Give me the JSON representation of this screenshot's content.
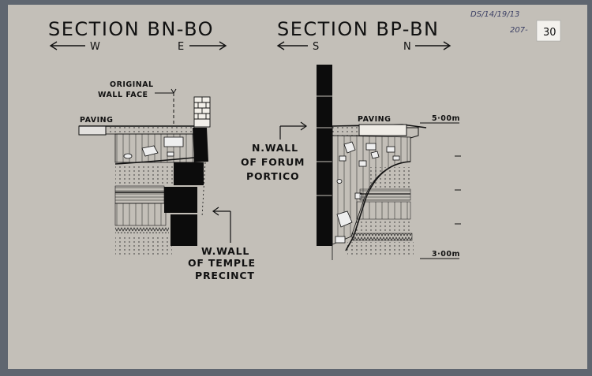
{
  "sheet": {
    "reference": "DS/14/19/13",
    "handwritten_number": "207-",
    "label_tag": "30"
  },
  "left_section": {
    "title": "SECTION BN-BO",
    "dir_left": "W",
    "dir_right": "E",
    "label_paving": "PAVING",
    "label_original_1": "ORIGINAL",
    "label_original_2": "WALL FACE",
    "label_wall_1": "W.WALL",
    "label_wall_2": "OF TEMPLE",
    "label_wall_3": "PRECINCT"
  },
  "right_section": {
    "title": "SECTION BP-BN",
    "dir_left": "S",
    "dir_right": "N",
    "label_paving": "PAVING",
    "label_nwall_1": "N.WALL",
    "label_nwall_2": "OF FORUM",
    "label_nwall_3": "PORTICO",
    "level_top": "5·00m",
    "level_bottom": "3·00m"
  },
  "colors": {
    "background": "#5f6670",
    "paper": "#c3bfb8",
    "ink": "#111111",
    "pencil": "#3b3f64"
  }
}
